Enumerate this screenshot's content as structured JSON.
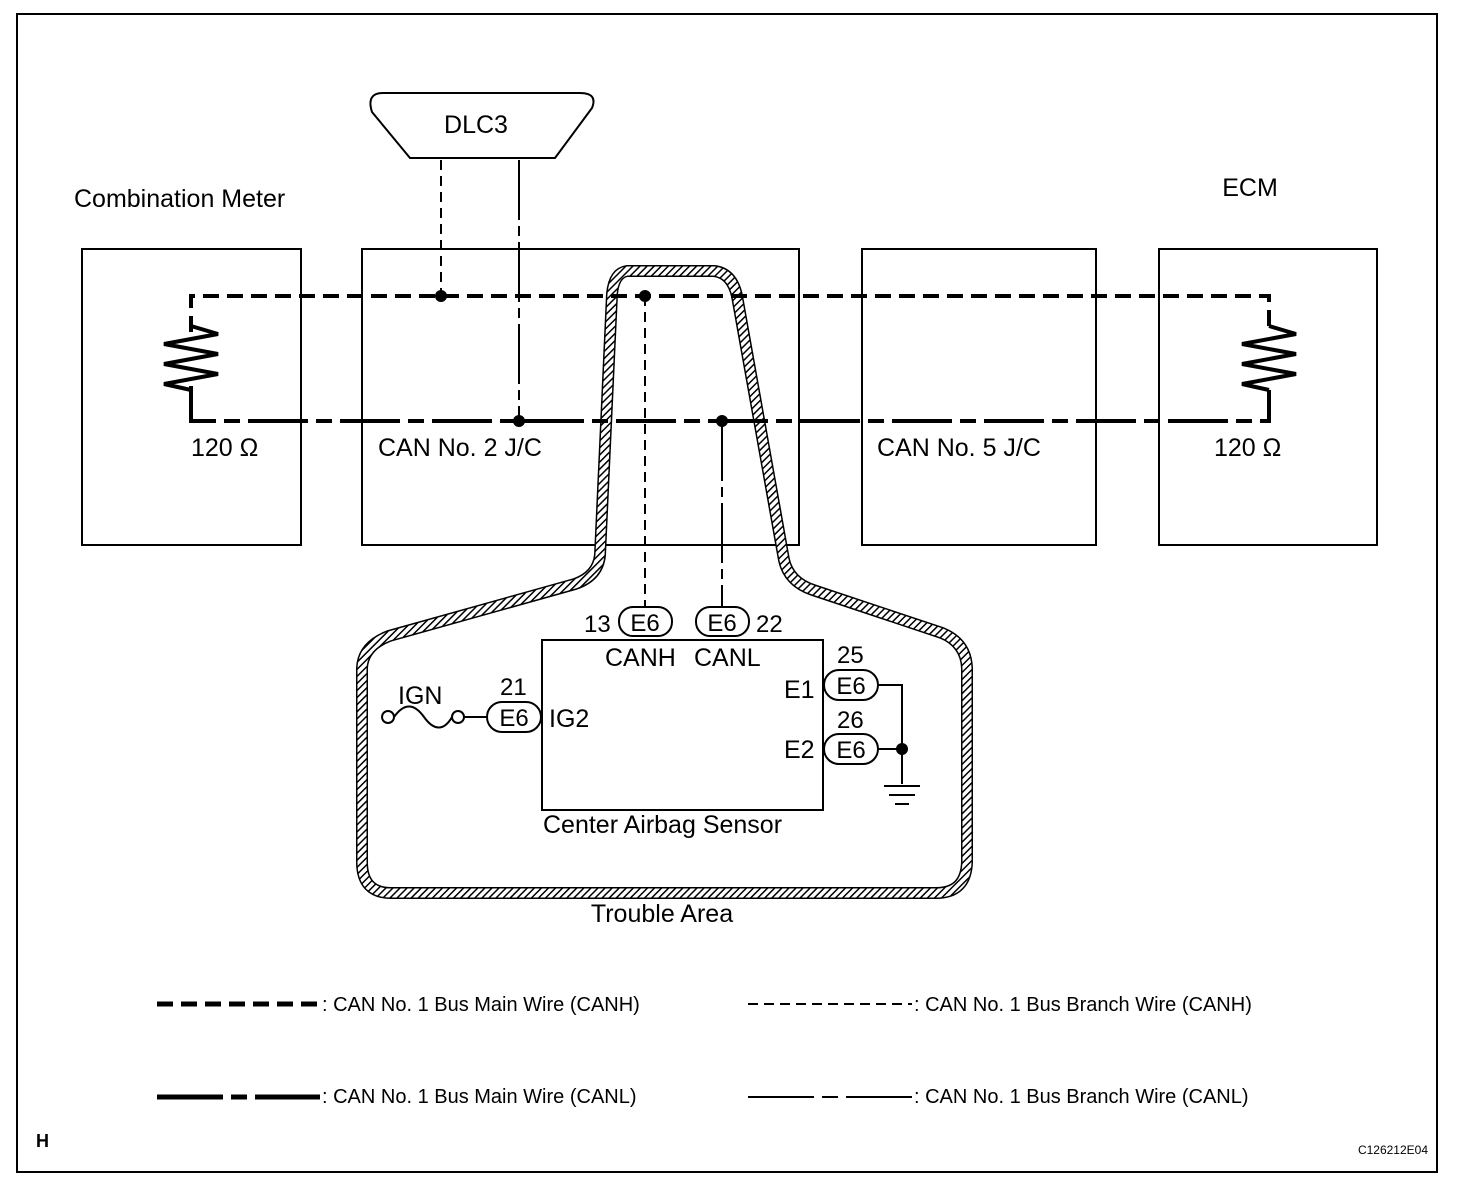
{
  "diagram": {
    "labels": {
      "dlc3": "DLC3",
      "combination_meter": "Combination Meter",
      "ecm": "ECM",
      "resistor_left": "120 Ω",
      "resistor_right": "120 Ω",
      "can_no2_jc": "CAN No. 2 J/C",
      "can_no5_jc": "CAN No. 5 J/C",
      "center_airbag_sensor": "Center Airbag Sensor",
      "trouble_area": "Trouble Area",
      "ign": "IGN"
    },
    "connectors": {
      "canh": {
        "connector": "E6",
        "pin": "13",
        "signal": "CANH"
      },
      "canl": {
        "connector": "E6",
        "pin": "22",
        "signal": "CANL"
      },
      "ig2": {
        "connector": "E6",
        "pin": "21",
        "signal": "IG2"
      },
      "e1": {
        "connector": "E6",
        "pin": "25",
        "signal": "E1"
      },
      "e2": {
        "connector": "E6",
        "pin": "26",
        "signal": "E2"
      }
    },
    "legend": {
      "main_canh": ": CAN No. 1 Bus Main Wire (CANH)",
      "branch_canh": ": CAN No. 1 Bus Branch Wire (CANH)",
      "main_canl": ": CAN No. 1 Bus Main Wire (CANL)",
      "branch_canl": ": CAN No. 1 Bus Branch Wire (CANL)"
    },
    "corner_mark": "H",
    "figure_code": "C126212E04"
  }
}
